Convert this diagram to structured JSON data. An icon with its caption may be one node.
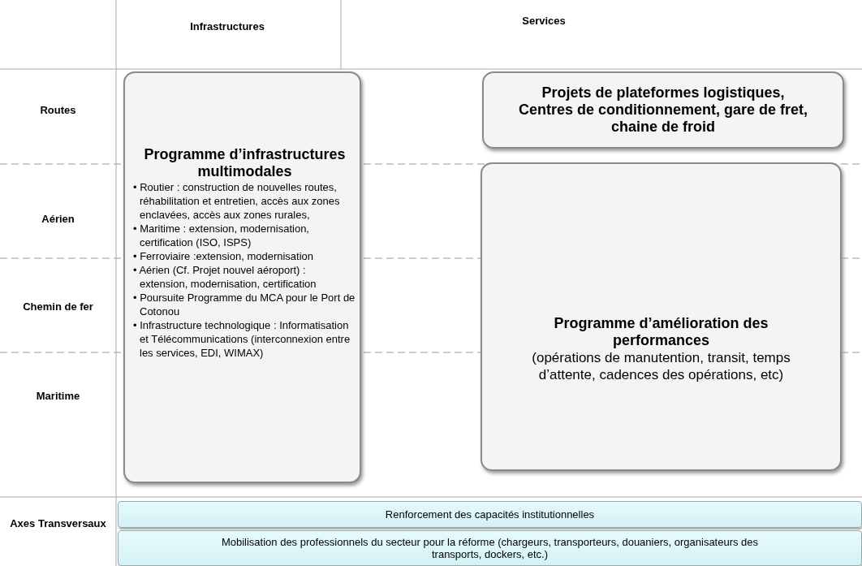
{
  "diagram": {
    "nodes": [
      {
        "text": [
          "Programme d’infrastructures multimodales",
          "• Routier : construction de nouvelles routes, réhabilitation et entretien, accès aux zones enclavées, accès aux zones rurales,",
          "• Maritime : extension, modernisation, certification (ISO, ISPS)",
          "• Ferroviaire :extension, modernisation",
          "• Aérien (Cf. Projet nouvel aéroport) : extension, modernisation, certification",
          "• Poursuite Programme du MCA pour le Port de Cotonou",
          "• Infrastructure technologique : Informatisation et Télécommunications (interconnexion entre les services, EDI, WIMAX)"
        ]
      },
      {
        "text": [
          "Projets de plateformes logistiques, Centres de conditionnement, gare de fret, chaine de froid"
        ]
      },
      {
        "text": [
          "Programme d’amélioration des performances",
          "(opérations de manutention, transit, temps d’attente, cadences des opérations, etc)"
        ]
      },
      {
        "text": [
          "Renforcement des capacités institutionnelles"
        ]
      },
      {
        "text": [
          "Mobilisation des professionnels du secteur pour la réforme (chargeurs, transporteurs, douaniers, organisateurs des transports, dockers, etc.)"
        ]
      }
    ],
    "edges": [],
    "labels": [
      "Infrastructures",
      "Services",
      "Routes",
      "Aérien",
      "Chemin de fer",
      "Maritime",
      "Axes Transversaux"
    ]
  }
}
